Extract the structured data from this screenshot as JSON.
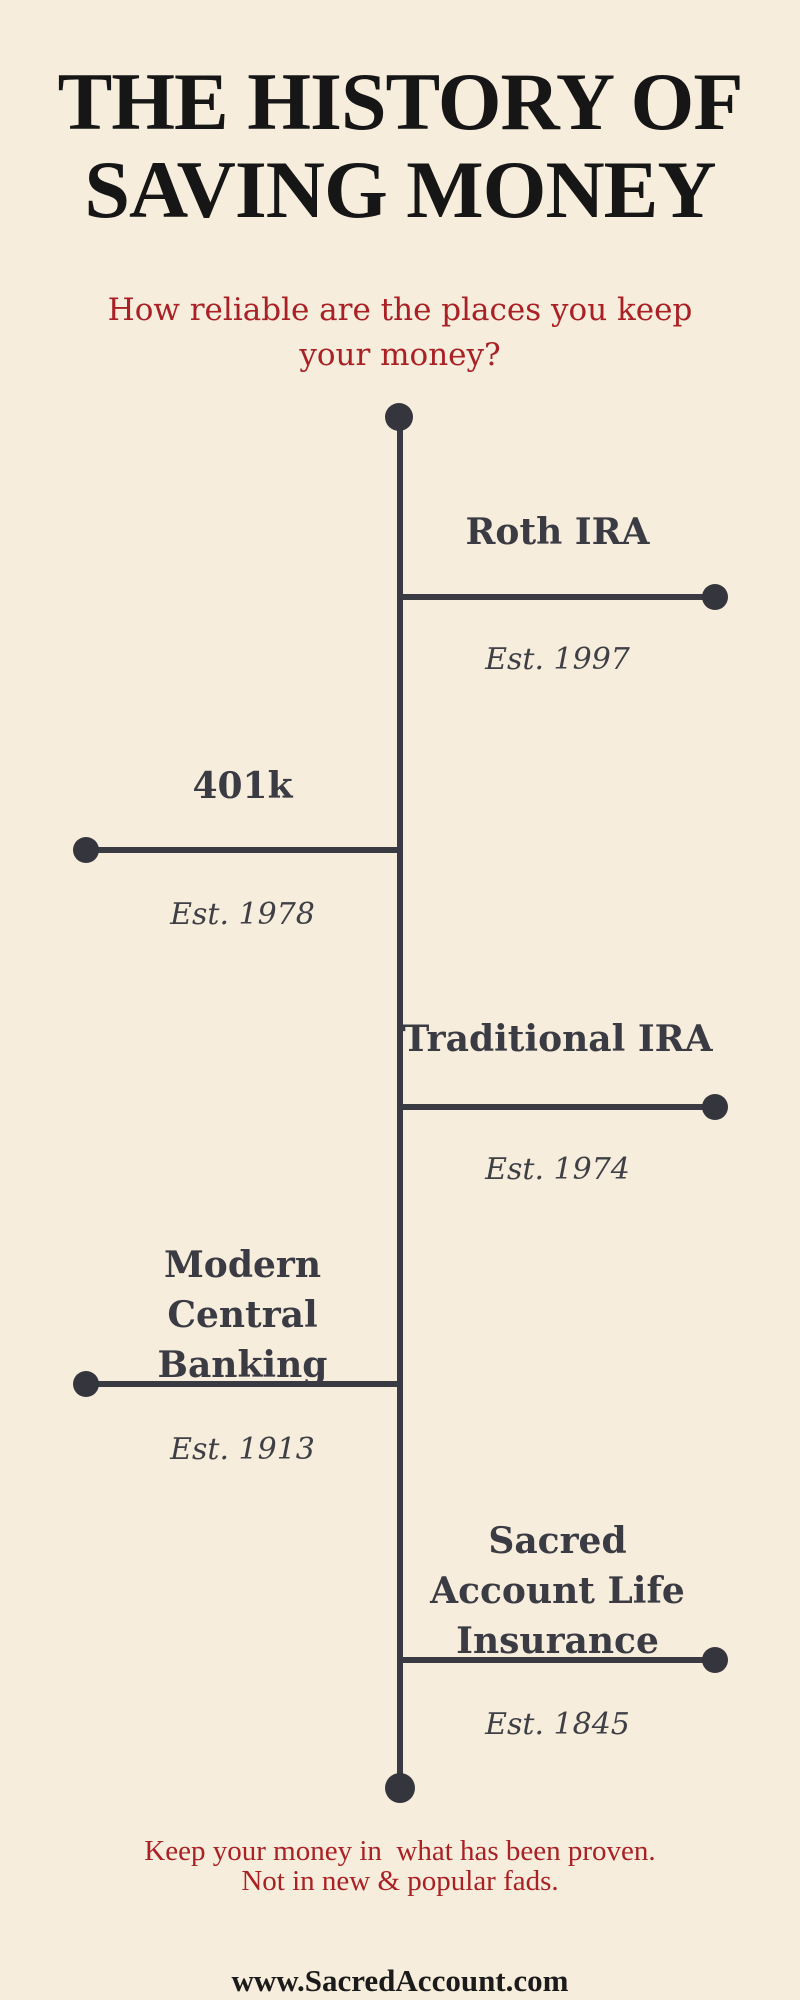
{
  "colors": {
    "background": "#f6eddc",
    "title_ink": "#161616",
    "timeline_charcoal": "#3a3a42",
    "label_ink": "#3b3b44",
    "accent_red": "#a92125"
  },
  "header": {
    "title": "THE HISTORY OF SAVING MONEY",
    "title_lines": [
      "THE HISTORY OF",
      "SAVING MONEY"
    ],
    "subtitle": "How reliable are the places you keep your money?",
    "subtitle_lines": [
      "How reliable are the places you keep",
      "your money?"
    ]
  },
  "timeline": {
    "entries": [
      {
        "label": "Roth IRA",
        "est": "Est. 1997",
        "side": "right"
      },
      {
        "label": "401k",
        "est": "Est. 1978",
        "side": "left"
      },
      {
        "label": "Traditional IRA",
        "est": "Est. 1974",
        "side": "right"
      },
      {
        "label": "Modern Central Banking",
        "est": "Est. 1913",
        "side": "left"
      },
      {
        "label": "Sacred Account Life Insurance",
        "est": "Est. 1845",
        "side": "right"
      }
    ]
  },
  "footer": {
    "message": "Keep your money in  what has been proven. Not in new & popular fads.",
    "message_lines": [
      "Keep your money in  what has been proven.",
      "Not in new & popular fads."
    ],
    "website": "www.SacredAccount.com"
  }
}
